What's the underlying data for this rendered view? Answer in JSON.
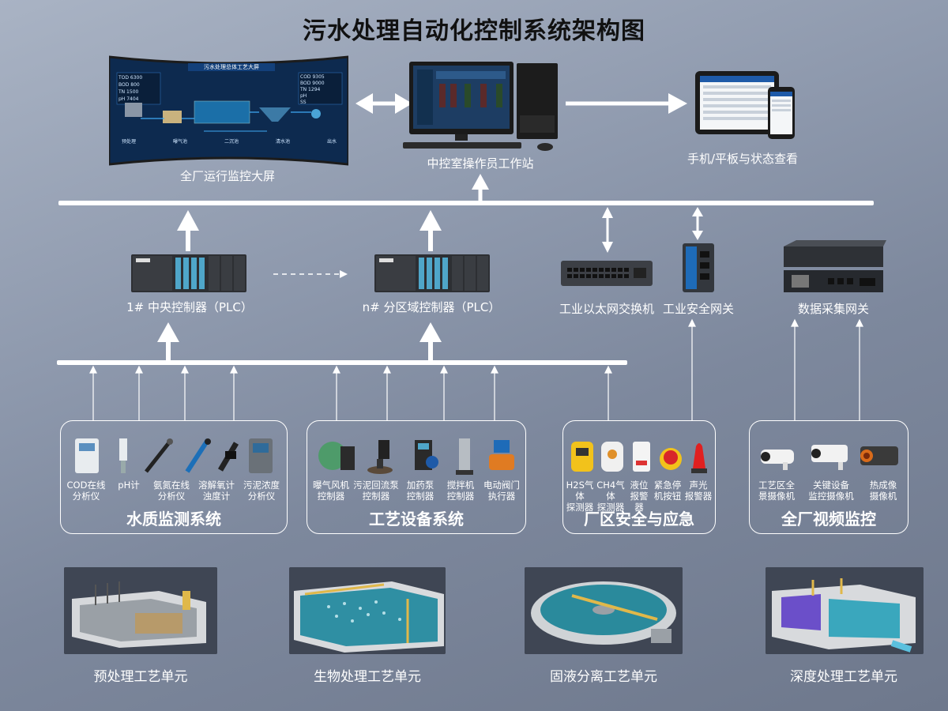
{
  "title": "污水处理自动化控制系统架构图",
  "top": {
    "bigscreen": {
      "label": "全厂运行监控大屏",
      "screen_title": "污水处理总体工艺大屏",
      "left_metrics": [
        "TOD 6300",
        "BOD 800",
        "TN 1500",
        "pH 7404"
      ],
      "right_metrics": [
        "COD 9305",
        "BOD 9000",
        "TN 1294",
        "pH",
        "SS"
      ],
      "process_labels": [
        "预处理",
        "曝气池",
        "二沉池",
        "清水池",
        "出水"
      ]
    },
    "workstation": {
      "label": "中控室操作员工作站"
    },
    "mobile": {
      "label": "手机/平板与状态查看"
    }
  },
  "middle": {
    "plc1": {
      "label": "1# 中央控制器（PLC）"
    },
    "plcn": {
      "label": "n# 分区域控制器（PLC）"
    },
    "switch": {
      "label": "工业以太网交换机"
    },
    "gateway": {
      "label": "工业安全网关"
    },
    "daq": {
      "label": "数据采集网关"
    }
  },
  "groups": [
    {
      "title": "水质监测系统",
      "devices": [
        "COD在线\n分析仪",
        "pH计",
        "氨氮在线\n分析仪",
        "溶解氧计\n浊度计",
        "污泥浓度\n分析仪"
      ]
    },
    {
      "title": "工艺设备系统",
      "devices": [
        "曝气风机\n控制器",
        "污泥回流泵\n控制器",
        "加药泵\n控制器",
        "搅拌机\n控制器",
        "电动阀门\n执行器"
      ]
    },
    {
      "title": "厂区安全与应急",
      "devices": [
        "H2S气体\n探测器",
        "CH4气体\n探测器",
        "液位\n报警器",
        "紧急停\n机按钮",
        "声光\n报警器"
      ]
    },
    {
      "title": "全厂视频监控",
      "devices": [
        "工艺区全\n景摄像机",
        "关键设备\n监控摄像机",
        "热成像\n摄像机"
      ]
    }
  ],
  "units": [
    "预处理工艺单元",
    "生物处理工艺单元",
    "固液分离工艺单元",
    "深度处理工艺单元"
  ],
  "colors": {
    "bus": "#ffffff",
    "screen_bg": "#0d2a4f",
    "title": "#111111"
  }
}
